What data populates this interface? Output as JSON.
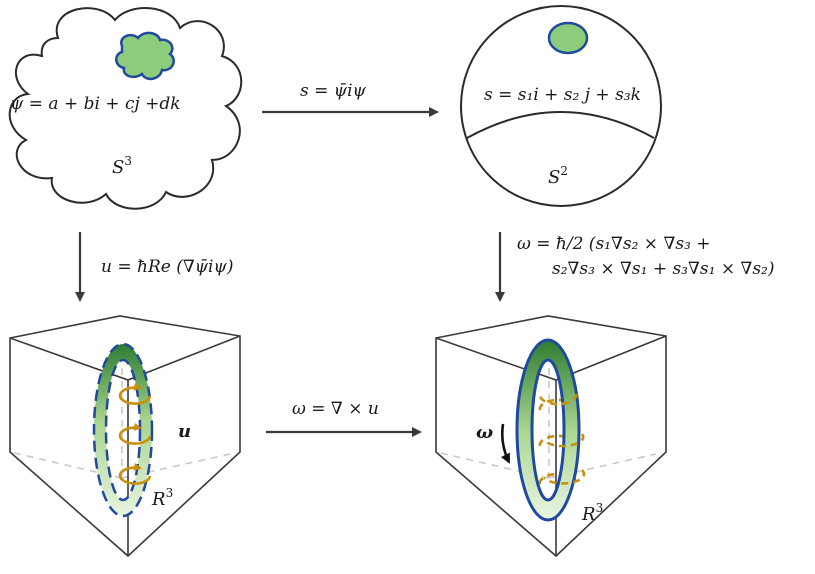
{
  "s3": {
    "equation": "ψ = a + bi + cj +dk",
    "space_label": "S",
    "space_sup": "3"
  },
  "s2": {
    "equation": "s = s₁i + s₂ j + s₃k",
    "space_label": "S",
    "space_sup": "2"
  },
  "map_top": {
    "label": "s = ψ̄iψ"
  },
  "map_left": {
    "label": "u = ħRe (∇ψ̄iψ)"
  },
  "map_right": {
    "line1": "ω = ħ/2 (s₁∇s₂ × ∇s₃ +",
    "line2": "s₂∇s₃ × ∇s₁ + s₃∇s₁ × ∇s₂)"
  },
  "map_bottom": {
    "label": "ω = ∇ × u"
  },
  "cube_left": {
    "field_label": "u",
    "space_label": "R",
    "space_sup": "3"
  },
  "cube_right": {
    "field_label": "ω",
    "space_label": "R",
    "space_sup": "3"
  },
  "colors": {
    "patch_fill": "#8ccc7a",
    "patch_stroke": "#1f4aa0",
    "ring_dark": "#2e7d32",
    "ring_light": "#dbeecf",
    "swirl": "#c8900a",
    "arrow": "#3a3a3a"
  }
}
